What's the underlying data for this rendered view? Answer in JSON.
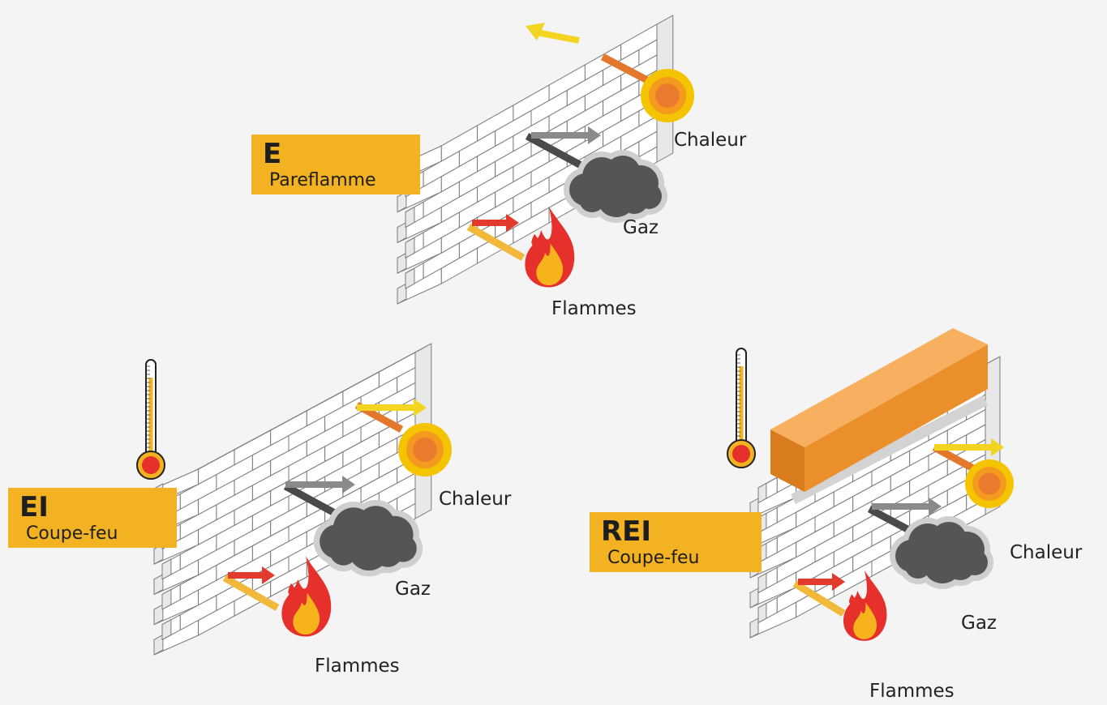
{
  "panels": [
    {
      "code": "E",
      "subtitle": "Pareflamme",
      "heat_label": "Chaleur",
      "gas_label": "Gaz",
      "flames_label": "Flammes",
      "has_thermometer": false,
      "has_load_beam": false
    },
    {
      "code": "EI",
      "subtitle": "Coupe-feu",
      "heat_label": "Chaleur",
      "gas_label": "Gaz",
      "flames_label": "Flammes",
      "has_thermometer": true,
      "has_load_beam": false
    },
    {
      "code": "REI",
      "subtitle": "Coupe-feu",
      "heat_label": "Chaleur",
      "gas_label": "Gaz",
      "flames_label": "Flammes",
      "has_thermometer": true,
      "has_load_beam": true
    }
  ],
  "colors": {
    "label_bg": "#f2b221",
    "brick_face": "#ffffff",
    "brick_top": "#f7f7f7",
    "brick_side": "#e8e8e8",
    "heat_sun": "#f5c400",
    "heat_core": "#ea7a2c",
    "heat_arrow": "#f3d421",
    "heat_rod": "#e3782d",
    "gas_cloud": "#555555",
    "gas_arrow": "#8a8a8a",
    "gas_rod": "#4a4a4a",
    "flame_outer": "#e5302b",
    "flame_inner": "#f7b31c",
    "flame_arrow": "#e23a2c",
    "flame_rod": "#f2b83a",
    "beam_front": "#eb8f2a",
    "thermometer_bulb": "#e5302b"
  }
}
